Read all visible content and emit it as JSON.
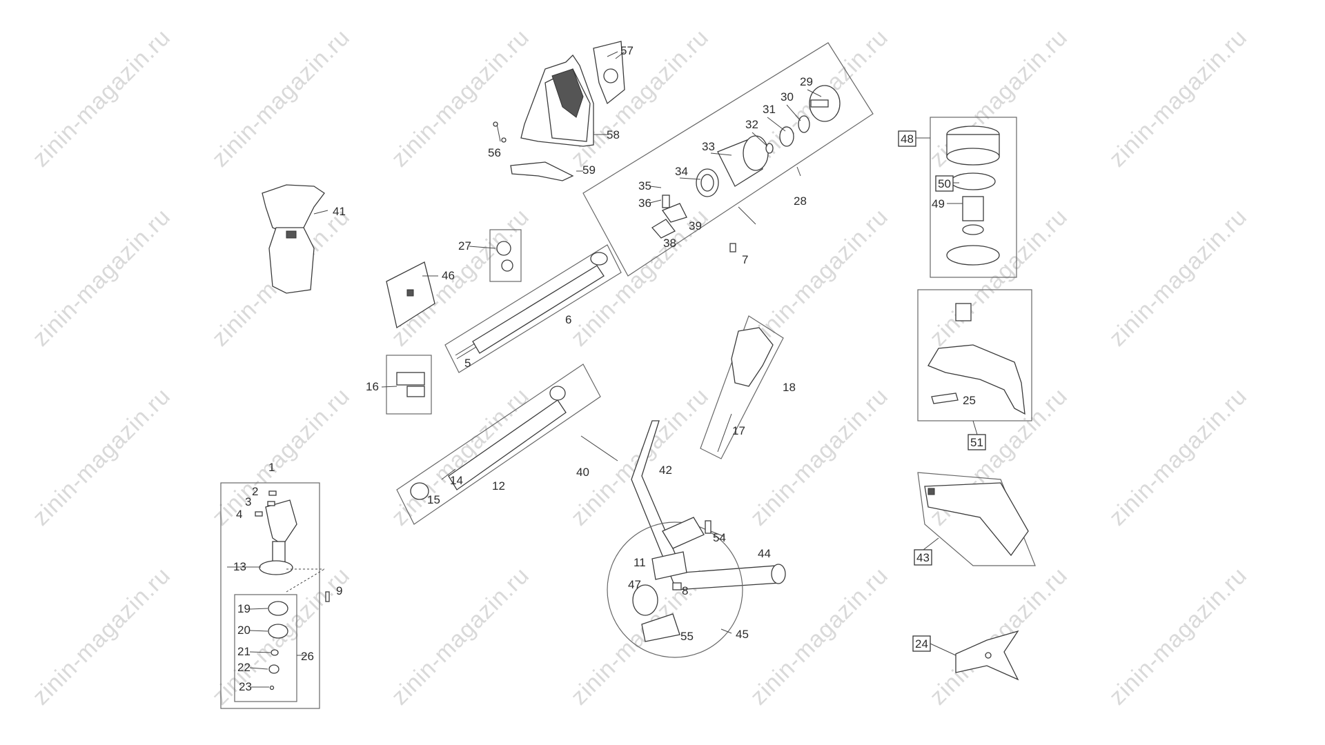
{
  "watermark": "zinin-magazin.ru",
  "colors": {
    "line": "#3a3a3a",
    "watermark": "#d9d9d9",
    "background": "#ffffff"
  },
  "labels": {
    "p1": "1",
    "p2": "2",
    "p3": "3",
    "p4": "4",
    "p5": "5",
    "p6": "6",
    "p7": "7",
    "p8": "8",
    "p9": "9",
    "p11": "11",
    "p12": "12",
    "p13": "13",
    "p14": "14",
    "p15": "15",
    "p16": "16",
    "p17": "17",
    "p18": "18",
    "p19": "19",
    "p20": "20",
    "p21": "21",
    "p22": "22",
    "p23": "23",
    "p24": "24",
    "p25": "25",
    "p26": "26",
    "p27": "27",
    "p28": "28",
    "p29": "29",
    "p30": "30",
    "p31": "31",
    "p32": "32",
    "p33": "33",
    "p34": "34",
    "p35": "35",
    "p36": "36",
    "p38": "38",
    "p39": "39",
    "p40": "40",
    "p41": "41",
    "p42": "42",
    "p43": "43",
    "p44": "44",
    "p45": "45",
    "p46": "46",
    "p47": "47",
    "p48": "48",
    "p49": "49",
    "p50": "50",
    "p51": "51",
    "p54": "54",
    "p55": "55",
    "p56": "56",
    "p57": "57",
    "p58": "58",
    "p59": "59"
  }
}
